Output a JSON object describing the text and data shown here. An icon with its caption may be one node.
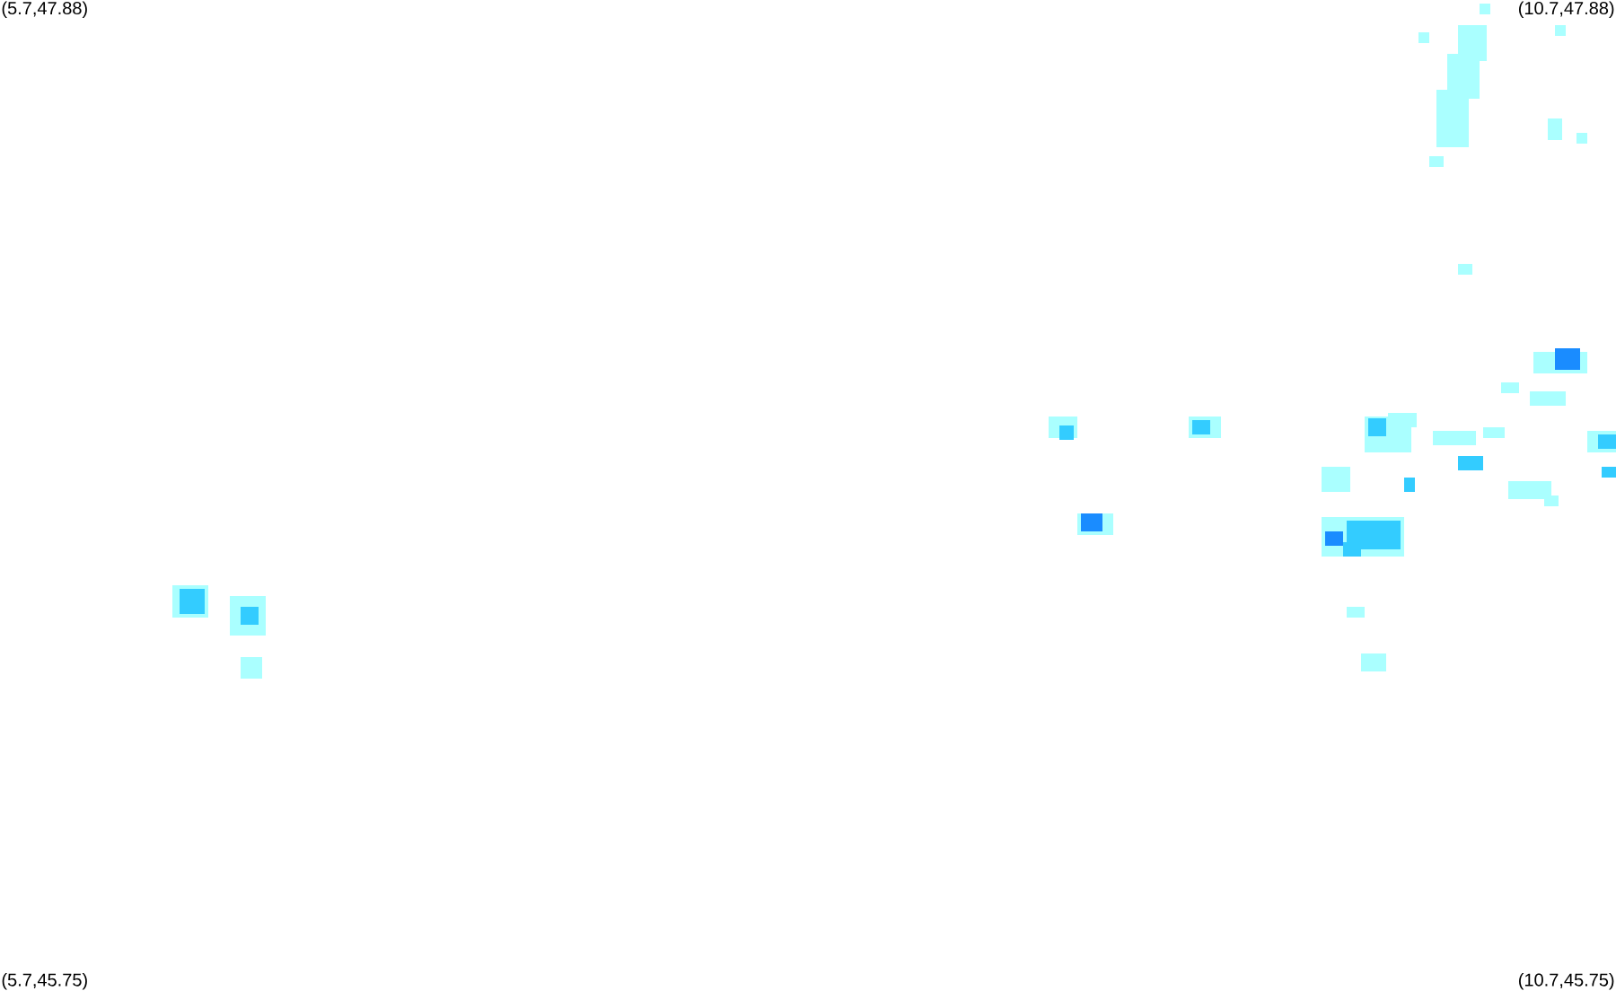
{
  "diagram": {
    "labels": [
      "(5.7,47.88)",
      "(10.7,47.88)",
      "(5.7,45.75)",
      "(10.7,45.75)"
    ]
  }
}
